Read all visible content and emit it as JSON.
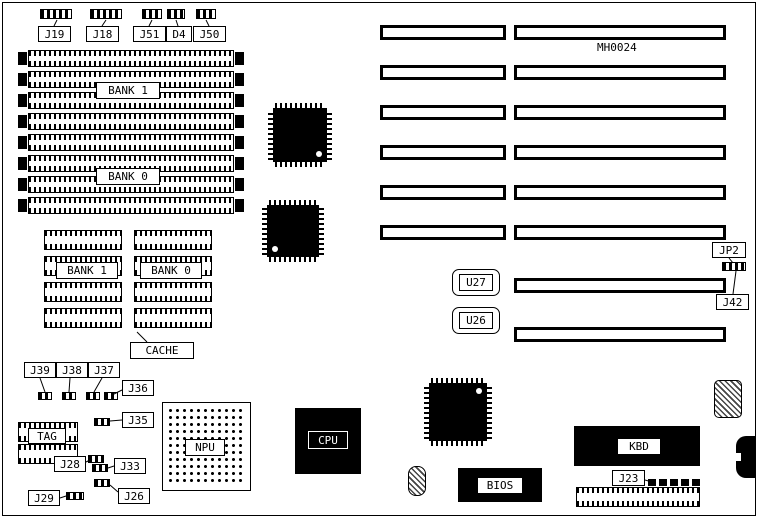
{
  "diagram": {
    "part_number": "MH0024",
    "labels": {
      "j19": "J19",
      "j18": "J18",
      "j51": "J51",
      "d4": "D4",
      "j50": "J50",
      "simm_bank1": "BANK 1",
      "simm_bank0": "BANK 0",
      "cache_bank1": "BANK 1",
      "cache_bank0": "BANK 0",
      "cache": "CACHE",
      "u27": "U27",
      "u26": "U26",
      "jp2": "JP2",
      "j42": "J42",
      "j39": "J39",
      "j38": "J38",
      "j37": "J37",
      "j36": "J36",
      "j35": "J35",
      "tag": "TAG",
      "j28": "J28",
      "j33": "J33",
      "j29": "J29",
      "j26": "J26",
      "npu": "NPU",
      "cpu": "CPU",
      "bios": "BIOS",
      "kbd": "KBD",
      "j23": "J23"
    }
  }
}
